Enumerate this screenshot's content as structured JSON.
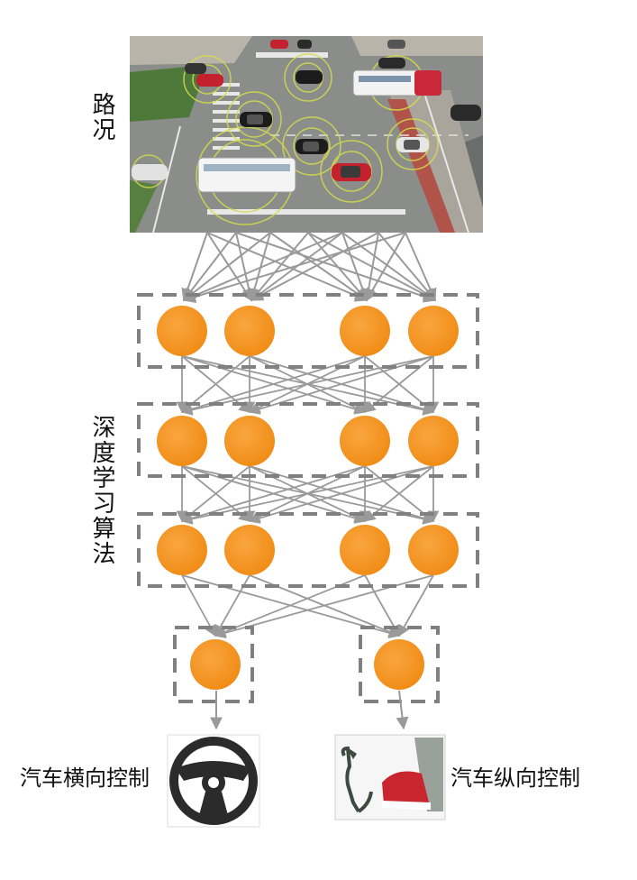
{
  "labels": {
    "road": "路况",
    "algorithm": "深度学习算法",
    "lateral_control": "汽车横向控制",
    "longitudinal_control": "汽车纵向控制"
  },
  "network": {
    "layer_sizes": [
      4,
      4,
      4,
      2
    ],
    "node_color": "#f7931e",
    "box_color": "#808080",
    "edge_color": "#9a9a9a"
  },
  "icons": {
    "road_scene": "intersection-aerial-photo",
    "steering": "steering-wheel-icon",
    "pedal": "gas-pedal-icon"
  },
  "colors": {
    "road": "#8a8d8a",
    "grass": "#4d7a3a",
    "steering_wheel": "#2b2b2b"
  }
}
